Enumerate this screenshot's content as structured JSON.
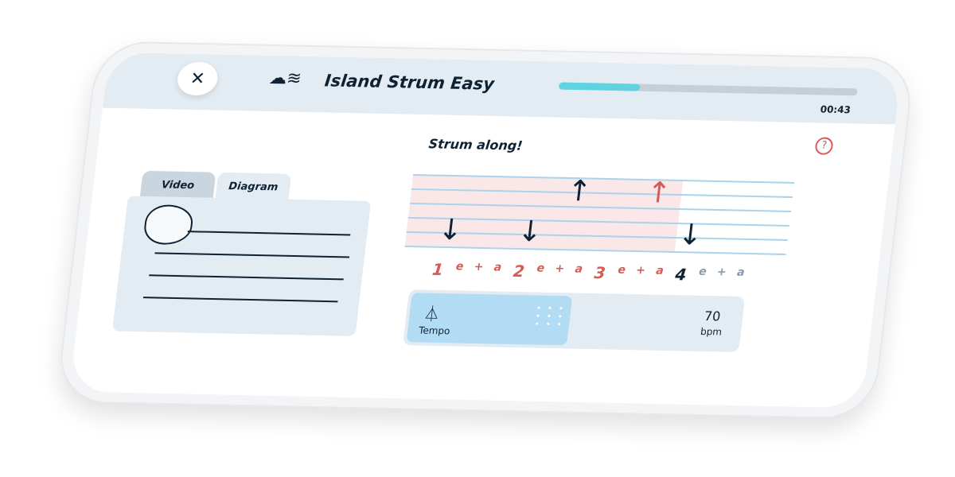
{
  "header": {
    "close_icon": "close-icon",
    "lesson_icon": "wind-strum-icon",
    "title": "Island Strum Easy",
    "progress_fraction": 0.27,
    "time": "00:43"
  },
  "main": {
    "prompt": "Strum along!",
    "help_icon": "question-circle-icon",
    "tabs": [
      {
        "label": "Video"
      },
      {
        "label": "Diagram"
      }
    ],
    "counts": [
      {
        "t": "1",
        "c": "#d85a55",
        "big": true
      },
      {
        "t": "e",
        "c": "#d85a55"
      },
      {
        "t": "+",
        "c": "#d85a55"
      },
      {
        "t": "a",
        "c": "#d85a55"
      },
      {
        "t": "2",
        "c": "#d85a55",
        "big": true
      },
      {
        "t": "e",
        "c": "#d85a55"
      },
      {
        "t": "+",
        "c": "#d85a55"
      },
      {
        "t": "a",
        "c": "#d85a55"
      },
      {
        "t": "3",
        "c": "#d85a55",
        "big": true
      },
      {
        "t": "e",
        "c": "#d85a55"
      },
      {
        "t": "+",
        "c": "#d85a55"
      },
      {
        "t": "a",
        "c": "#d85a55"
      },
      {
        "t": "4",
        "c": "#0f2233",
        "big": true
      },
      {
        "t": "e",
        "c": "#8a9aa8"
      },
      {
        "t": "+",
        "c": "#8a9aa8"
      },
      {
        "t": "a",
        "c": "#8a9aa8"
      }
    ],
    "tempo": {
      "label": "Tempo",
      "value": "70",
      "unit": "bpm",
      "icon": "metronome-icon"
    }
  },
  "colors": {
    "accent": "#d85a55",
    "progress": "#5fd3e0",
    "tempo_active": "#b1dcf3"
  }
}
